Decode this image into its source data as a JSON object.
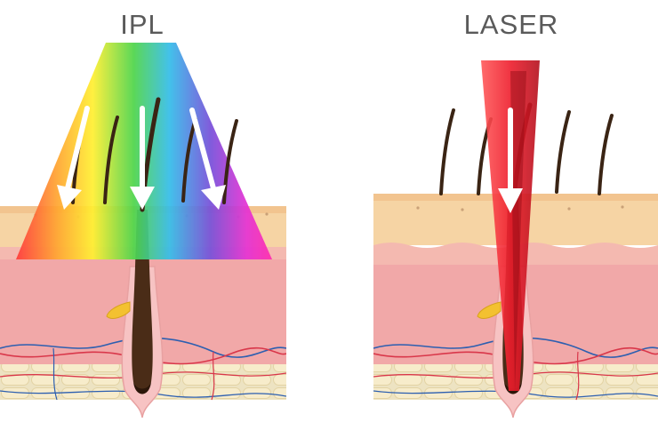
{
  "panels": [
    {
      "id": "ipl",
      "title": "IPL",
      "light": "broad-spectrum-rainbow-cone",
      "arrows": 3
    },
    {
      "id": "laser",
      "title": "LASER",
      "light": "single-red-beam",
      "arrows": 1
    }
  ],
  "colors": {
    "epidermis": "#f6d4a4",
    "skin_line": "#f4b9b0",
    "dermis": "#f1a8a8",
    "fat": "#f3e3b1",
    "follicle": "#f7c3c3",
    "hair": "#3a2414",
    "vein_red": "#d9374a",
    "vein_blue": "#2d5fb0",
    "laser_beam": "#ee1d2c",
    "gland": "#f3c130"
  }
}
